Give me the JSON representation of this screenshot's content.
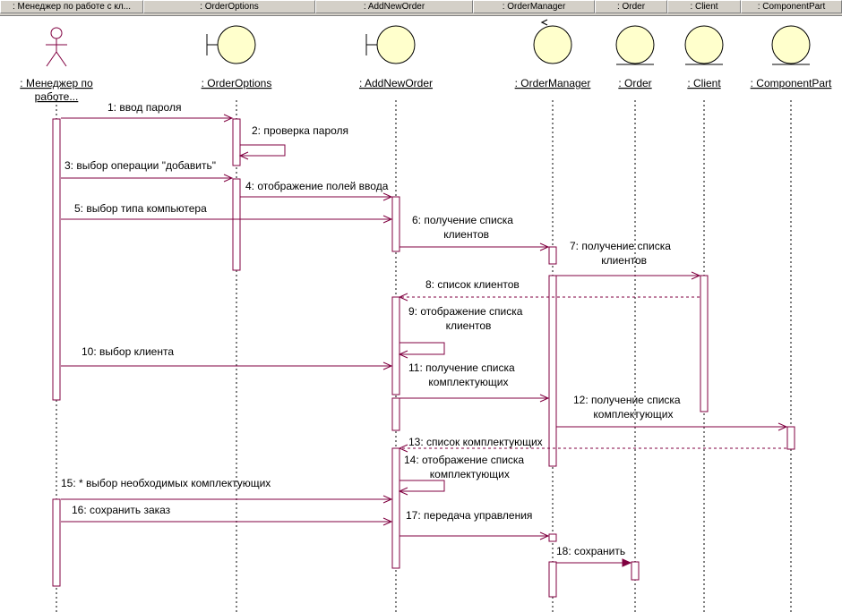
{
  "header_tabs": [
    ": Менеджер по работе с кл...",
    ": OrderOptions",
    ": AddNewOrder",
    ": OrderManager",
    ": Order",
    ": Client",
    ": ComponentPart"
  ],
  "objects": [
    {
      "name": ": Менеджер по",
      "name2": "работе...",
      "kind": "actor-icon"
    },
    {
      "name": ": OrderOptions",
      "kind": "boundary-icon"
    },
    {
      "name": ": AddNewOrder",
      "kind": "boundary-icon"
    },
    {
      "name": ": OrderManager",
      "kind": "control-icon"
    },
    {
      "name": ": Order",
      "kind": "entity-icon"
    },
    {
      "name": ": Client",
      "kind": "entity-icon"
    },
    {
      "name": ": ComponentPart",
      "kind": "entity-icon"
    }
  ],
  "messages": [
    {
      "lines": [
        "1: ввод пароля"
      ]
    },
    {
      "lines": [
        "2: проверка пароля"
      ]
    },
    {
      "lines": [
        "3: выбор операции \"добавить\""
      ]
    },
    {
      "lines": [
        "4: отображение полей ввода"
      ]
    },
    {
      "lines": [
        "5: выбор типа компьютера"
      ]
    },
    {
      "lines": [
        "6: получение списка",
        "клиентов"
      ]
    },
    {
      "lines": [
        "7: получение списка",
        "клиентов"
      ]
    },
    {
      "lines": [
        "8: список клиентов"
      ]
    },
    {
      "lines": [
        "9: отображение списка",
        "клиентов"
      ]
    },
    {
      "lines": [
        "10: выбор клиента"
      ]
    },
    {
      "lines": [
        "11: получение списка",
        "комплектующих"
      ]
    },
    {
      "lines": [
        "12: получение списка",
        "комплектующих"
      ]
    },
    {
      "lines": [
        "13: список комплектующих"
      ]
    },
    {
      "lines": [
        "14: отображение списка",
        "комплектующих"
      ]
    },
    {
      "lines": [
        "15: * выбор необходимых комплектующих"
      ]
    },
    {
      "lines": [
        "16: сохранить заказ"
      ]
    },
    {
      "lines": [
        "17: передача управления"
      ]
    },
    {
      "lines": [
        "18: сохранить"
      ]
    }
  ],
  "colors": {
    "line": "#800040",
    "icon_fill": "#ffffcc",
    "lifeline": "#000000",
    "header_bg": "#d4d0c8"
  }
}
